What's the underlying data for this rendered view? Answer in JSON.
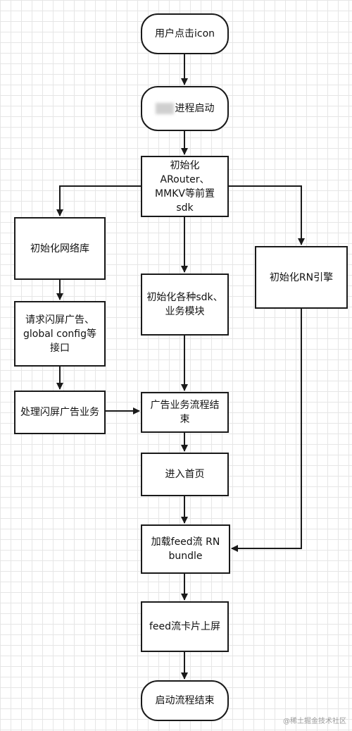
{
  "nodes": {
    "user_click_icon": "用户点击icon",
    "process_start": "进程启动",
    "init_arouter_mmkv": "初始化ARouter、MMKV等前置sdk",
    "init_network": "初始化网络库",
    "request_ads": "请求闪屏广告、global config等接口",
    "handle_splash_ads": "处理闪屏广告业务",
    "init_sdk_modules": "初始化各种sdk、业务模块",
    "init_rn_engine": "初始化RN引擎",
    "ad_flow_end": "广告业务流程结束",
    "enter_home": "进入首页",
    "load_feed_bundle": "加载feed流 RN bundle",
    "feed_card_display": "feed流卡片上屏",
    "startup_end": "启动流程结束"
  },
  "watermark": "@稀土掘金技术社区"
}
